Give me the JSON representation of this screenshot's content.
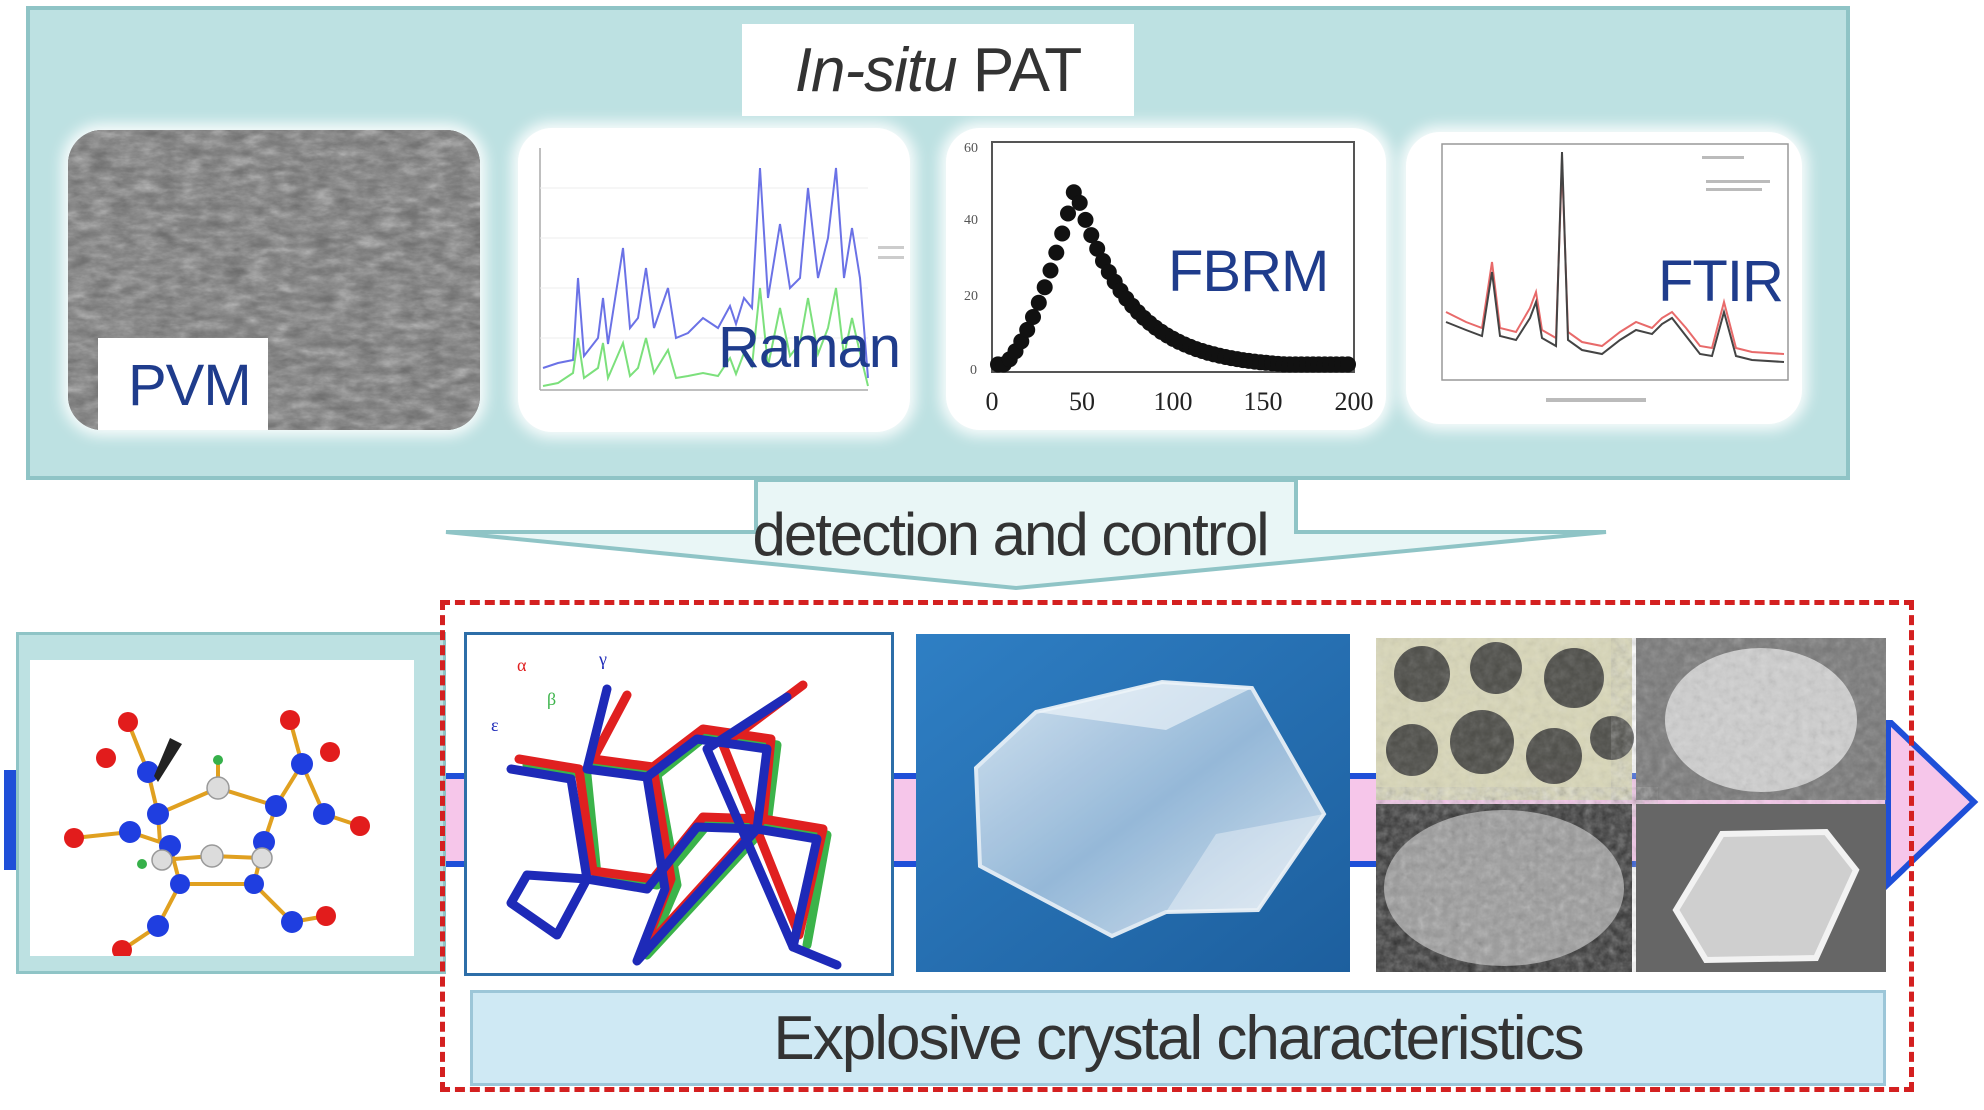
{
  "pat": {
    "title_italic": "In-situ",
    "title_rest": " PAT",
    "techniques": [
      {
        "name": "PVM"
      },
      {
        "name": "Raman"
      },
      {
        "name": "FBRM"
      },
      {
        "name": "FTIR"
      }
    ]
  },
  "fbrm_axis_ticks": [
    "0",
    "50",
    "100",
    "150",
    "200"
  ],
  "connector_label": "detection and control",
  "bottom": {
    "characteristics_label": "Explosive crystal characteristics",
    "overlay_greek": [
      "α",
      "γ",
      "β",
      "ε"
    ]
  },
  "colors": {
    "panel_fill": "#bde1e2",
    "label_blue": "#1f3c8c",
    "dash_red": "#d42020",
    "arrow_pink": "#f6c6ea",
    "arrow_blue": "#1f4fd8"
  }
}
